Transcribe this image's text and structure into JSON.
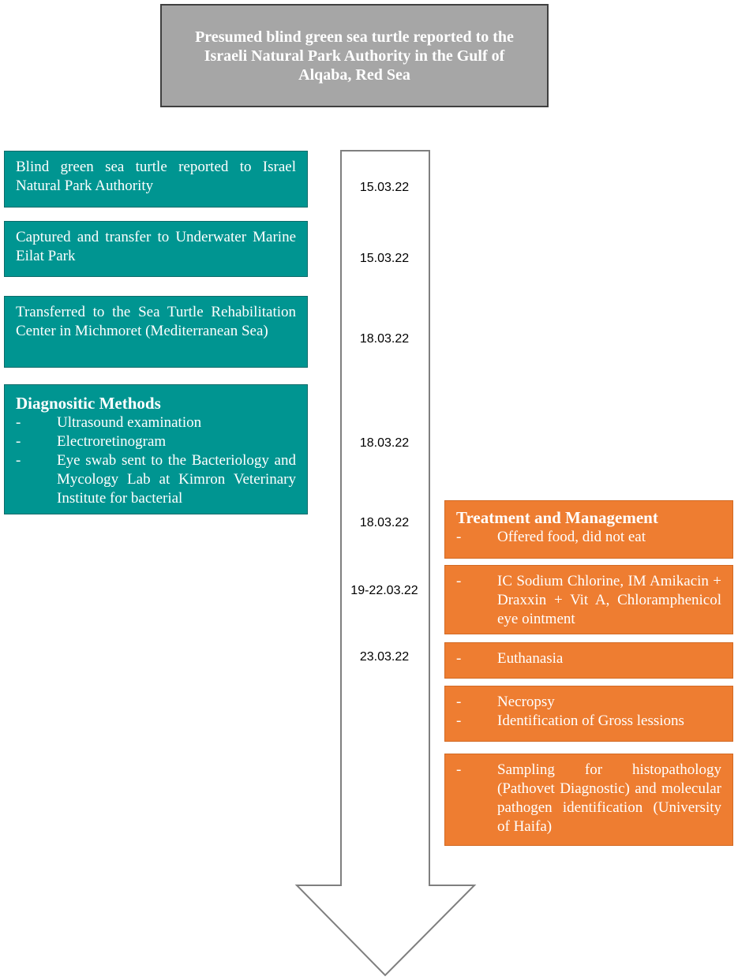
{
  "header": {
    "title": "Presumed blind green sea turtle reported to the Israeli Natural Park Authority in the Gulf of Alqaba, Red Sea"
  },
  "left_events": [
    {
      "text": "Blind green sea turtle reported to Israel Natural Park Authority"
    },
    {
      "text": "Captured and transfer to Underwater Marine Eilat Park"
    },
    {
      "text": "Transferred to the Sea Turtle Rehabilitation Center in Michmoret (Mediterranean Sea)"
    }
  ],
  "diagnostic": {
    "title": "Diagnositic Methods",
    "items": [
      "Ultrasound examination",
      "Electroretinogram",
      "Eye swab sent to the Bacteriology and Mycology Lab at Kimron Veterinary Institute for bacterial"
    ]
  },
  "dates": [
    "15.03.22",
    "15.03.22",
    "18.03.22",
    "18.03.22",
    "18.03.22",
    "19-22.03.22",
    "23.03.22"
  ],
  "treatment": {
    "title": "Treatment and Management",
    "first_item": "Offered food, did not eat"
  },
  "right_events": [
    {
      "items": [
        "IC Sodium Chlorine, IM Amikacin + Draxxin + Vit A, Chloramphenicol eye ointment"
      ]
    },
    {
      "items": [
        "Euthanasia"
      ]
    },
    {
      "items": [
        "Necropsy",
        "Identification of Gross lessions"
      ]
    },
    {
      "items": [
        "Sampling for histopathology (Pathovet Diagnostic) and molecular pathogen identification (University of Haifa)"
      ]
    }
  ],
  "bullet_symbol": "-",
  "colors": {
    "header_fill": "#a6a6a6",
    "teal": "#009591",
    "orange": "#ee7d31",
    "arrow_outline": "#7f7f7f"
  }
}
